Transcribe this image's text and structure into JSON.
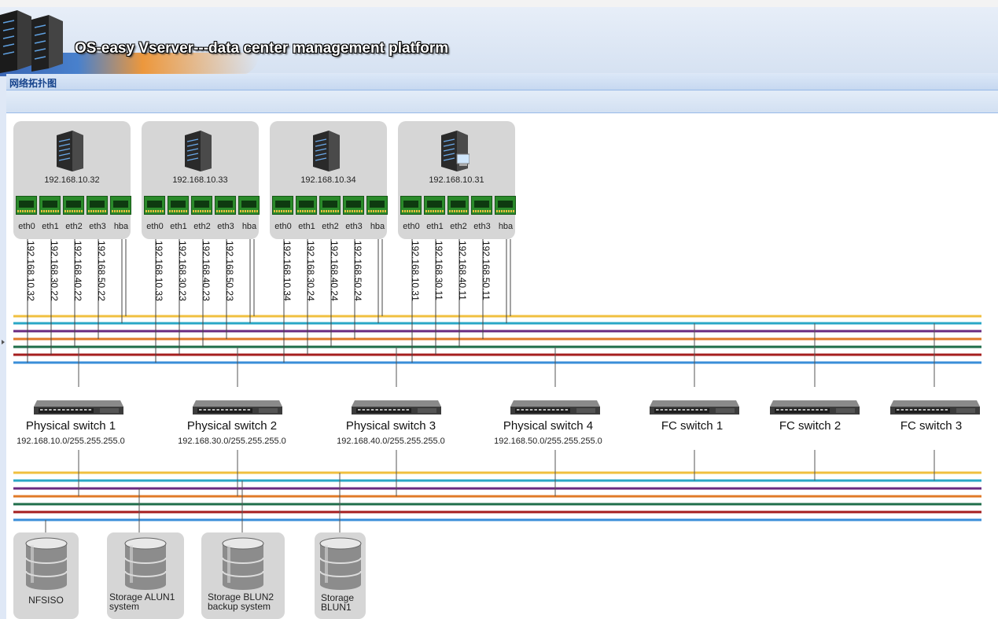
{
  "app": {
    "title": "OS-easy Vserver---data center management platform",
    "panel_title": "网络拓扑图"
  },
  "bus_colors": [
    "#f0c040",
    "#2aa7c6",
    "#6a2a80",
    "#e07a28",
    "#1f6e4a",
    "#a51e1e",
    "#3a8ed8"
  ],
  "hosts": [
    {
      "ip": "192.168.10.32",
      "type": "server",
      "nics": [
        "eth0",
        "eth1",
        "eth2",
        "eth3",
        "hba"
      ],
      "nic_ips": [
        "192.168.10.32",
        "192.168.30.22",
        "192.168.40.22",
        "192.168.50.22"
      ]
    },
    {
      "ip": "192.168.10.33",
      "type": "server",
      "nics": [
        "eth0",
        "eth1",
        "eth2",
        "eth3",
        "hba"
      ],
      "nic_ips": [
        "192.168.10.33",
        "192.168.30.23",
        "192.168.40.23",
        "192.168.50.23"
      ]
    },
    {
      "ip": "192.168.10.34",
      "type": "server",
      "nics": [
        "eth0",
        "eth1",
        "eth2",
        "eth3",
        "hba"
      ],
      "nic_ips": [
        "192.168.10.34",
        "192.168.30.24",
        "192.168.40.24",
        "192.168.50.24"
      ]
    },
    {
      "ip": "192.168.10.31",
      "type": "server-monitor",
      "nics": [
        "eth0",
        "eth1",
        "eth2",
        "eth3",
        "hba"
      ],
      "nic_ips": [
        "192.168.10.31",
        "192.168.30.11",
        "192.168.40.11",
        "192.168.50.11"
      ]
    }
  ],
  "switches": [
    {
      "name": "Physical switch 1",
      "network": "192.168.10.0/255.255.255.0"
    },
    {
      "name": "Physical switch 2",
      "network": "192.168.30.0/255.255.255.0"
    },
    {
      "name": "Physical switch 3",
      "network": "192.168.40.0/255.255.255.0"
    },
    {
      "name": "Physical switch 4",
      "network": "192.168.50.0/255.255.255.0"
    },
    {
      "name": "FC switch 1",
      "network": ""
    },
    {
      "name": "FC switch 2",
      "network": ""
    },
    {
      "name": "FC switch 3",
      "network": ""
    }
  ],
  "storage": [
    {
      "lines": [
        "NFSISO"
      ]
    },
    {
      "lines": [
        "Storage ALUN1",
        "system"
      ]
    },
    {
      "lines": [
        "Storage BLUN2",
        "backup system"
      ]
    },
    {
      "lines": [
        "Storage",
        "BLUN1"
      ]
    }
  ]
}
